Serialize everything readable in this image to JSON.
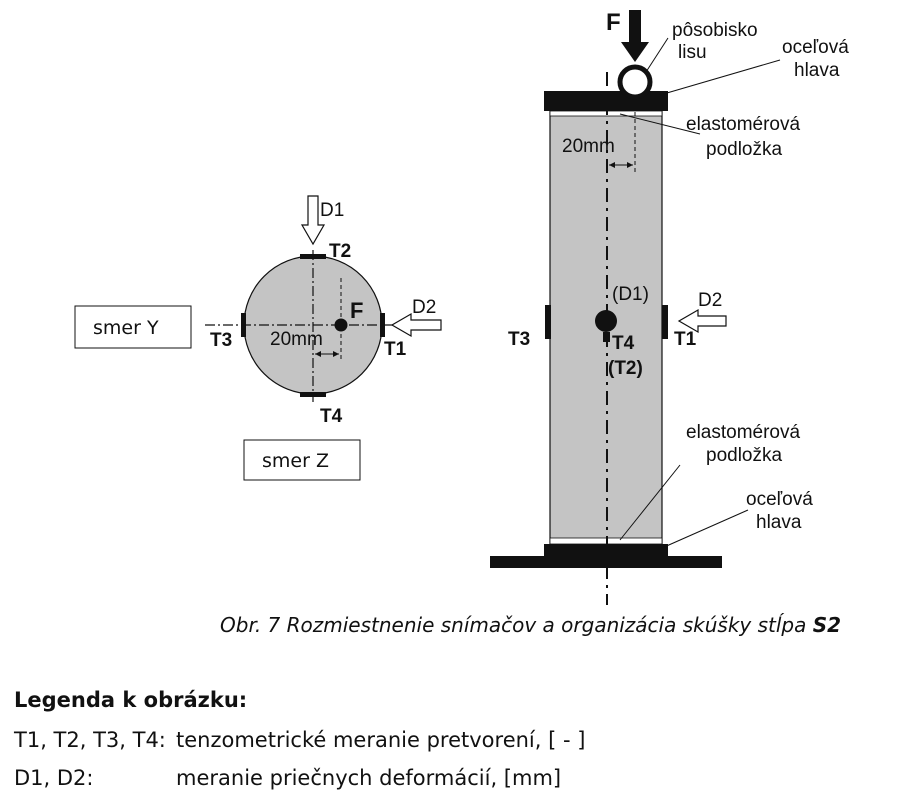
{
  "cross_section": {
    "box_y": "smer Y",
    "box_z": "smer Z",
    "d1": "D1",
    "d2": "D2",
    "t1": "T1",
    "t2": "T2",
    "t3": "T3",
    "t4": "T4",
    "f": "F",
    "offset": "20mm"
  },
  "column": {
    "f": "F",
    "press_point": [
      "pôsobisko",
      "lisu"
    ],
    "steel_head_top": [
      "oceľová",
      "hlava"
    ],
    "pad_top": [
      "elastomérová",
      "podložka"
    ],
    "offset": "20mm",
    "d1": "(D1)",
    "d2": "D2",
    "t1": "T1",
    "t3": "T3",
    "t4": "T4",
    "t2": "(T2)",
    "pad_bottom": [
      "elastomérová",
      "podložka"
    ],
    "steel_head_bottom": [
      "oceľová",
      "hlava"
    ]
  },
  "caption": {
    "text": "Obr. 7  Rozmiestnenie snímačov a organizácia skúšky stĺpa ",
    "bold": "S2"
  },
  "legend": {
    "title": "Legenda k obrázku:",
    "rows": [
      {
        "key": "T1, T2, T3, T4:",
        "value": "tenzometrické meranie pretvorení, [ - ]"
      },
      {
        "key": "D1, D2:",
        "value": "meranie priečnych deformácií, [mm]"
      }
    ]
  }
}
